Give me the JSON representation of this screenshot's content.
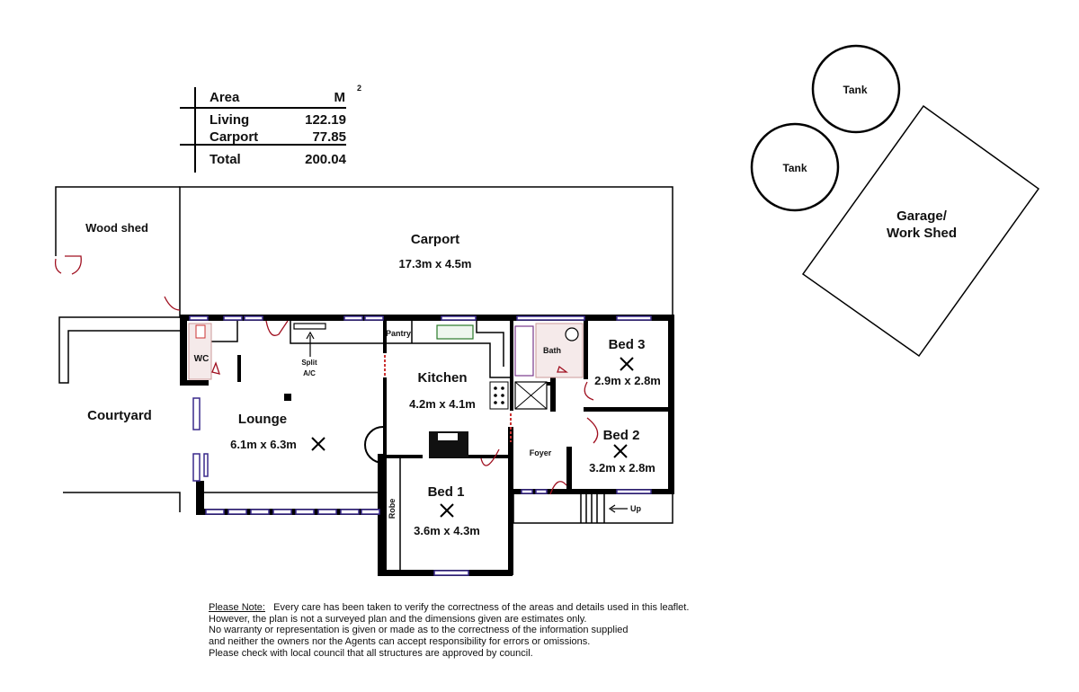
{
  "area_table": {
    "header_label": "Area",
    "header_unit": "M",
    "unit_superscript": "2",
    "rows": [
      {
        "label": "Living",
        "value": "122.19"
      },
      {
        "label": "Carport",
        "value": "77.85"
      }
    ],
    "total_label": "Total",
    "total_value": "200.04"
  },
  "rooms": {
    "wood_shed": "Wood shed",
    "carport": {
      "name": "Carport",
      "dims": "17.3m x 4.5m"
    },
    "courtyard": "Courtyard",
    "wc": "WC",
    "split_ac": [
      "Split",
      "A/C"
    ],
    "pantry": "Pantry",
    "bath": "Bath",
    "kitchen": {
      "name": "Kitchen",
      "dims": "4.2m x 4.1m"
    },
    "lounge": {
      "name": "Lounge",
      "dims": "6.1m x 6.3m"
    },
    "bed3": {
      "name": "Bed 3",
      "dims": "2.9m x 2.8m"
    },
    "bed2": {
      "name": "Bed 2",
      "dims": "3.2m x 2.8m"
    },
    "bed1": {
      "name": "Bed 1",
      "dims": "3.6m x 4.3m"
    },
    "foyer": "Foyer",
    "robe": "Robe",
    "up": "Up"
  },
  "outbuildings": {
    "tank1": "Tank",
    "tank2": "Tank",
    "garage": [
      "Garage/",
      "Work Shed"
    ]
  },
  "note": {
    "lead": "Please Note:",
    "lines": [
      "Every care has been taken to verify the correctness of the areas and details used in this leaflet.",
      "However, the plan is not a surveyed plan and the dimensions given are estimates only.",
      "No warranty or representation is given or made as to the correctness of the information supplied",
      "and neither the owners nor the Agents can accept responsibility for errors or omissions.",
      "Please check with local council that all structures are approved by council."
    ]
  }
}
